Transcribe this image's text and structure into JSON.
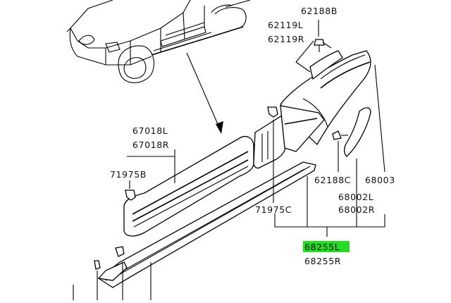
{
  "labels": {
    "p62188B": "62188B",
    "p62119L": "62119L",
    "p62119R": "62119R",
    "p67018L": "67018L",
    "p67018R": "67018R",
    "p71975B": "71975B",
    "p62188C": "62188C",
    "p68003": "68003",
    "p68002L": "68002L",
    "p68002R": "68002R",
    "p71975C": "71975C",
    "p68255L": "68255L",
    "p68255R": "68255R"
  },
  "highlight_color": "#22dd22"
}
